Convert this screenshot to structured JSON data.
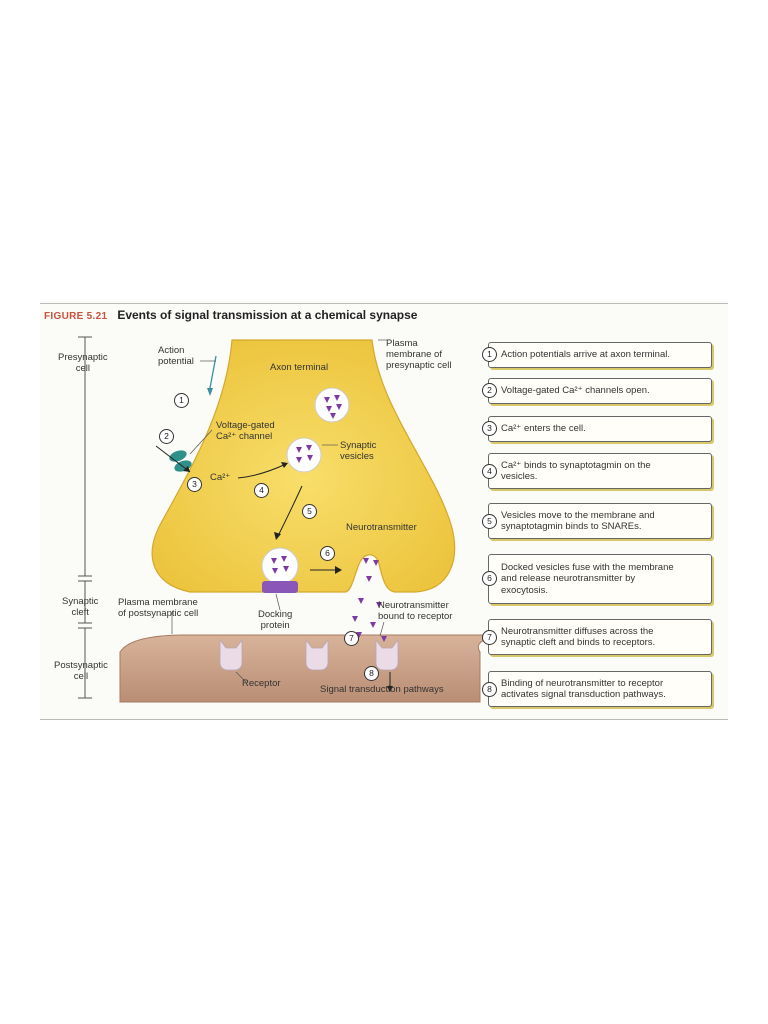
{
  "figure": {
    "number": "FIGURE 5.21",
    "title": "Events of signal transmission at a chemical synapse"
  },
  "left_labels": {
    "presynaptic": "Presynaptic\ncell",
    "synaptic_cleft": "Synaptic\ncleft",
    "postsynaptic": "Postsynaptic\ncell"
  },
  "diagram_labels": {
    "action_potential": "Action\npotential",
    "axon_terminal": "Axon terminal",
    "plasma_membrane_pre": "Plasma\nmembrane of\npresynaptic cell",
    "voltage_gated": "Voltage-gated\nCa²⁺ channel",
    "synaptic_vesicles": "Synaptic\nvesicles",
    "ca_ion": "Ca²⁺",
    "neurotransmitter": "Neurotransmitter",
    "plasma_membrane_post": "Plasma membrane\nof postsynaptic cell",
    "docking_protein": "Docking\nprotein",
    "nt_bound": "Neurotransmitter\nbound to receptor",
    "receptor": "Receptor",
    "signal_pathways": "Signal transduction pathways"
  },
  "diagram_steps": [
    "1",
    "2",
    "3",
    "4",
    "5",
    "6",
    "7",
    "8"
  ],
  "steps": [
    {
      "num": "1",
      "text": "Action potentials arrive at axon terminal."
    },
    {
      "num": "2",
      "text": "Voltage-gated Ca²⁺ channels open."
    },
    {
      "num": "3",
      "text": "Ca²⁺ enters the cell."
    },
    {
      "num": "4",
      "text": "Ca²⁺ binds to synaptotagmin on the\nvesicles."
    },
    {
      "num": "5",
      "text": "Vesicles move to the membrane and\nsynaptotagmin binds to SNAREs."
    },
    {
      "num": "6",
      "text": "Docked vesicles fuse with the membrane\nand release neurotransmitter by\nexocytosis."
    },
    {
      "num": "7",
      "text": "Neurotransmitter diffuses across the\nsynaptic cleft and binds to receptors."
    },
    {
      "num": "8",
      "text": "Binding of neurotransmitter to receptor\nactivates signal transduction pathways."
    }
  ],
  "colors": {
    "axon_fill": "#f2cf4a",
    "postsynaptic_fill": "#c9a186",
    "vesicle_content": "#7e3aa0",
    "channel": "#2f8f8a",
    "docking_protein": "#8a56b8",
    "accent_title": "#c8523a",
    "box_shadow": "#d7c96a"
  }
}
